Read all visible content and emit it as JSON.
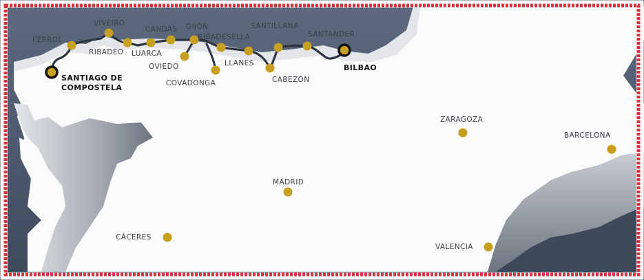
{
  "map": {
    "colors": {
      "sea": "#4c5a6e",
      "land": "#fbfbfb",
      "route": "#2c3441",
      "marker": "#c8a01f",
      "endpoint_ring": "#111111",
      "border": "#d8323c"
    },
    "route_endpoints": [
      {
        "id": "santiago",
        "lines": [
          "SANTIAGO DE",
          "COMPOSTELA"
        ]
      },
      {
        "id": "bilbao",
        "lines": [
          "BILBAO"
        ]
      }
    ],
    "route_stops": [
      {
        "id": "ferrol",
        "name": "FERROL"
      },
      {
        "id": "viveiro",
        "name": "VIVEIRO"
      },
      {
        "id": "ribadeo",
        "name": "RIBADEO"
      },
      {
        "id": "luarca",
        "name": "LUARCA"
      },
      {
        "id": "candas",
        "name": "CANDÁS"
      },
      {
        "id": "gijon",
        "name": "GIJÓN"
      },
      {
        "id": "oviedo",
        "name": "OVIEDO"
      },
      {
        "id": "covadonga",
        "name": "COVADONGA"
      },
      {
        "id": "ribadesella",
        "name": "RIBADESELLA"
      },
      {
        "id": "llanes",
        "name": "LLANES"
      },
      {
        "id": "santillana",
        "name": "SANTILLANA"
      },
      {
        "id": "cabezon",
        "name": "CABEZÓN"
      },
      {
        "id": "santander",
        "name": "SANTANDER"
      }
    ],
    "other_cities": [
      {
        "id": "zaragoza",
        "name": "ZARAGOZA"
      },
      {
        "id": "barcelona",
        "name": "BARCELONA"
      },
      {
        "id": "madrid",
        "name": "MADRID"
      },
      {
        "id": "caceres",
        "name": "CÁCERES"
      },
      {
        "id": "valencia",
        "name": "VALENCIA"
      }
    ]
  }
}
